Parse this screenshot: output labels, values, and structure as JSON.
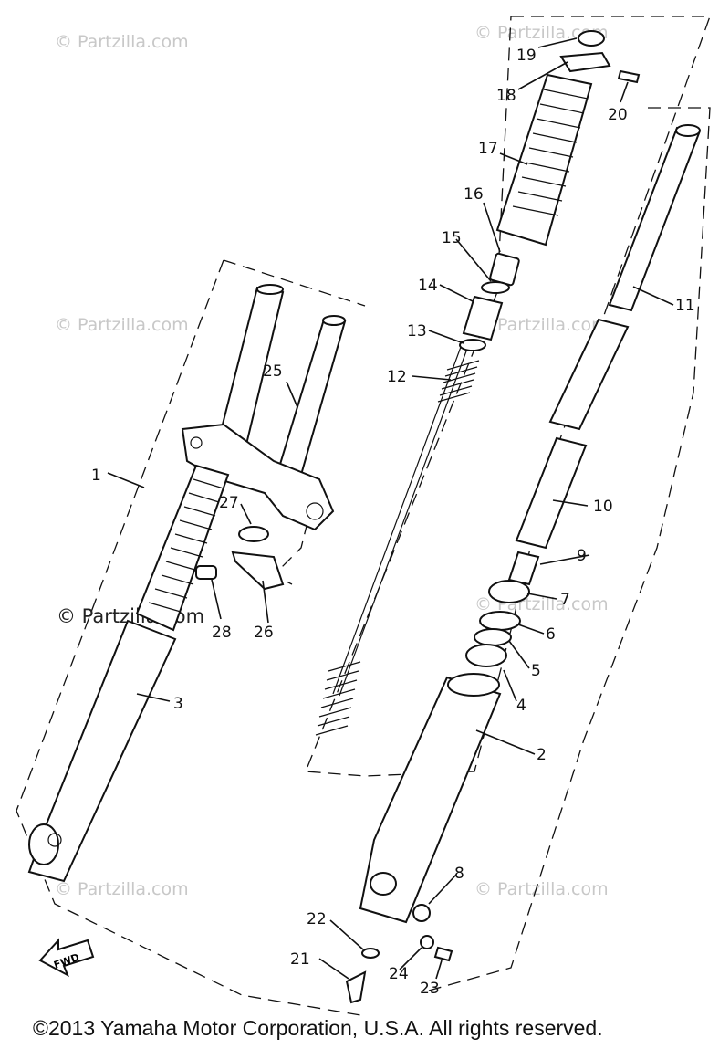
{
  "diagram": {
    "part_labels": [
      "1",
      "2",
      "3",
      "4",
      "5",
      "6",
      "7",
      "8",
      "9",
      "10",
      "11",
      "12",
      "13",
      "14",
      "15",
      "16",
      "17",
      "18",
      "19",
      "20",
      "21",
      "22",
      "23",
      "24",
      "25",
      "26",
      "27",
      "28"
    ],
    "watermark": "© Partzilla.com",
    "watermark_main": "© Partzilla.com",
    "fwd_label": "FWD",
    "copyright": "©2013  Yamaha Motor Corporation, U.S.A. All rights reserved."
  }
}
